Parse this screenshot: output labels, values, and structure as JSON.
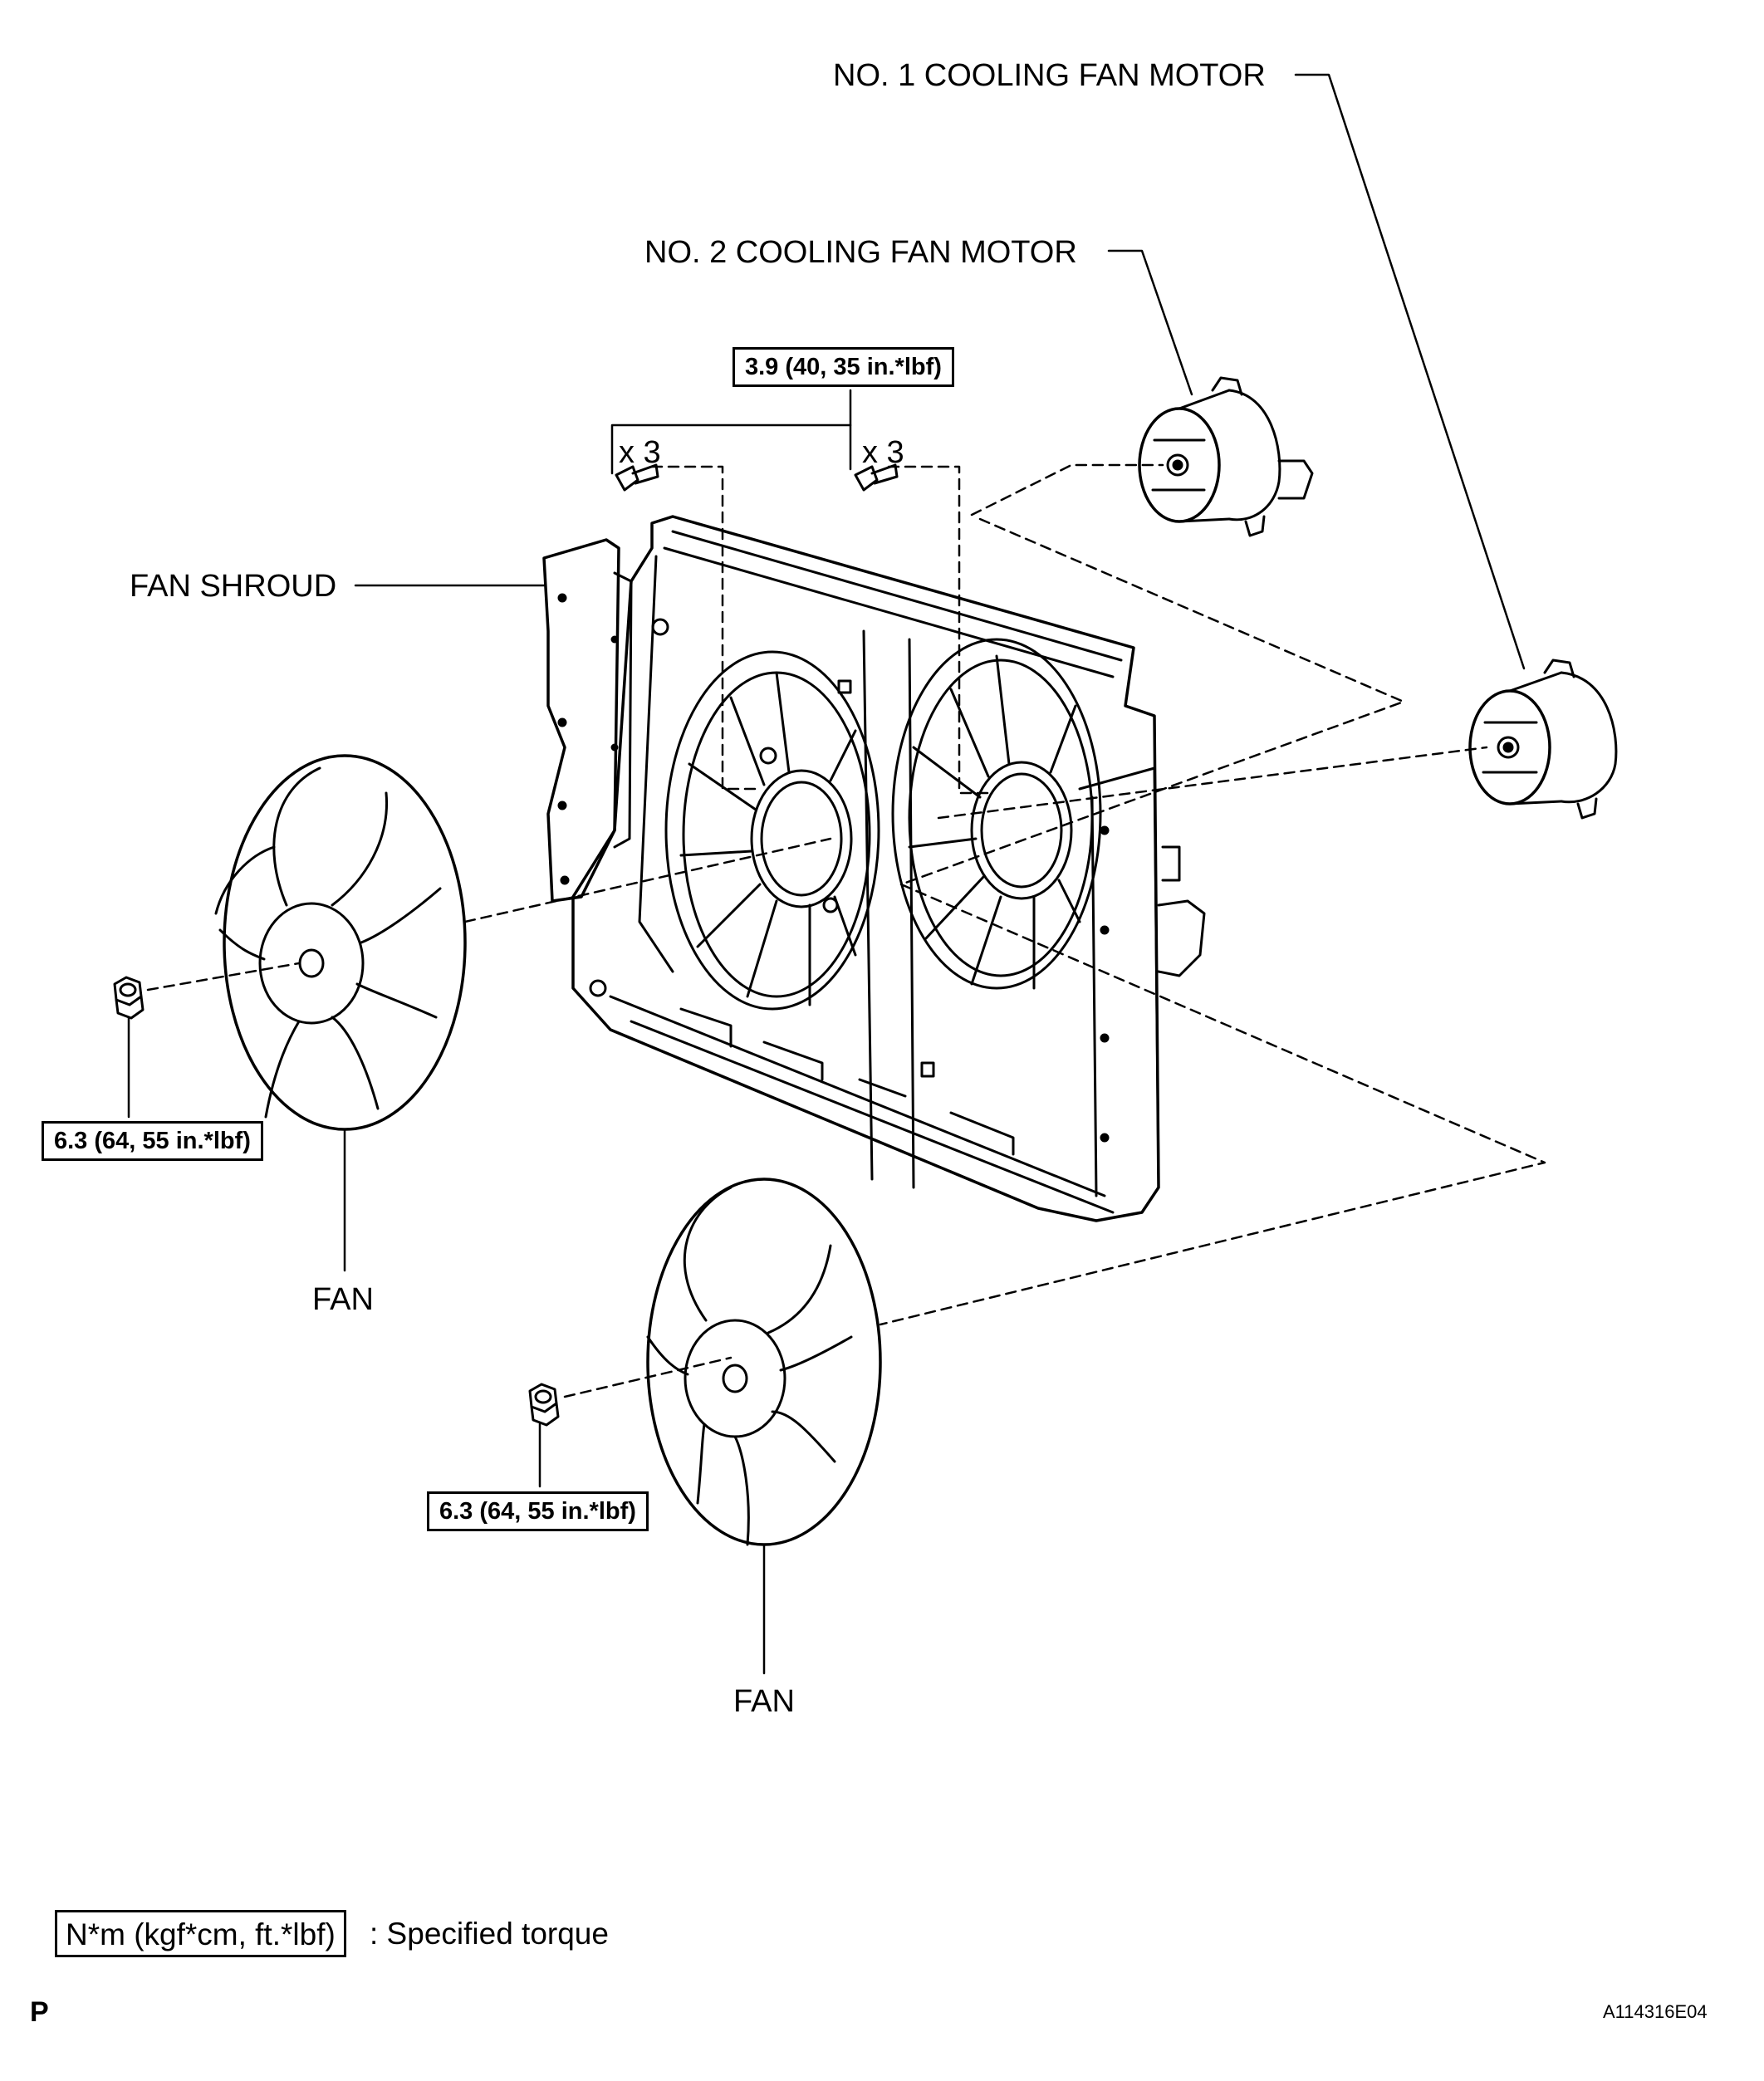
{
  "labels": {
    "motor1": "NO. 1 COOLING FAN MOTOR",
    "motor2": "NO. 2 COOLING FAN MOTOR",
    "shroud": "FAN SHROUD",
    "fan_left": "FAN",
    "fan_bottom": "FAN"
  },
  "quantities": {
    "bolts_left": "x 3",
    "bolts_right": "x 3"
  },
  "torques": {
    "shroud_bolts": "3.9 (40, 35 in.*lbf)",
    "left_nut": "6.3 (64, 55 in.*lbf)",
    "bottom_nut": "6.3 (64, 55 in.*lbf)"
  },
  "legend": {
    "unit": "N*m (kgf*cm, ft.*lbf)",
    "description": ": Specified torque"
  },
  "footer": {
    "section_letter": "P",
    "figure_id": "A114316E04"
  }
}
